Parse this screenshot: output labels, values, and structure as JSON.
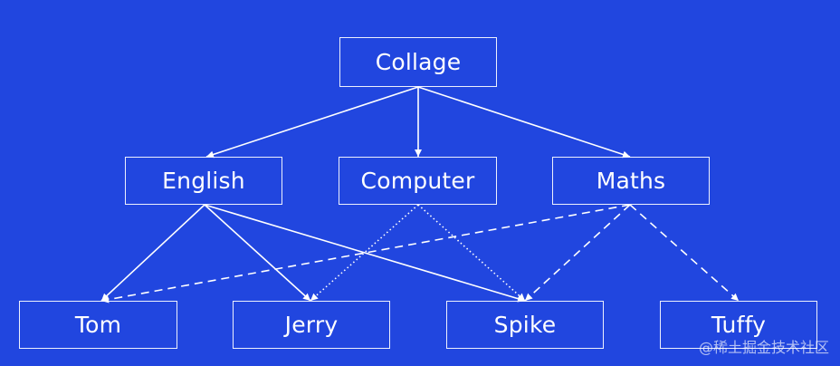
{
  "diagram": {
    "colors": {
      "background": "#2146df",
      "line": "#ffffff"
    },
    "nodes": {
      "collage": "Collage",
      "english": "English",
      "computer": "Computer",
      "maths": "Maths",
      "tom": "Tom",
      "jerry": "Jerry",
      "spike": "Spike",
      "tuffy": "Tuffy"
    },
    "edges": [
      {
        "from": "collage",
        "to": "english",
        "style": "solid"
      },
      {
        "from": "collage",
        "to": "computer",
        "style": "solid"
      },
      {
        "from": "collage",
        "to": "maths",
        "style": "solid"
      },
      {
        "from": "english",
        "to": "tom",
        "style": "solid"
      },
      {
        "from": "english",
        "to": "jerry",
        "style": "solid"
      },
      {
        "from": "english",
        "to": "spike",
        "style": "solid"
      },
      {
        "from": "computer",
        "to": "jerry",
        "style": "dotted"
      },
      {
        "from": "computer",
        "to": "spike",
        "style": "dotted"
      },
      {
        "from": "maths",
        "to": "tom",
        "style": "dashed"
      },
      {
        "from": "maths",
        "to": "spike",
        "style": "dashed"
      },
      {
        "from": "maths",
        "to": "tuffy",
        "style": "dashed"
      }
    ],
    "watermark": "@稀土掘金技术社区"
  }
}
